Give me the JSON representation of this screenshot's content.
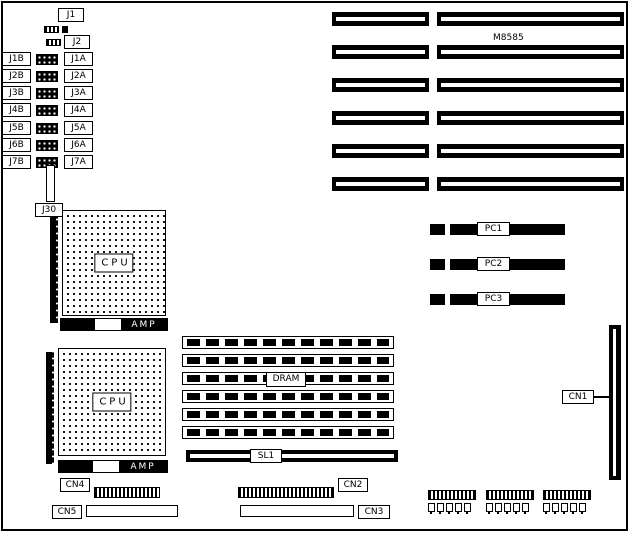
{
  "title_label": "M8585",
  "top_connectors": {
    "j1": "J1",
    "j2": "J2"
  },
  "jumper_rows": [
    {
      "b": "J1B",
      "a": "J1A"
    },
    {
      "b": "J2B",
      "a": "J2A"
    },
    {
      "b": "J3B",
      "a": "J3A"
    },
    {
      "b": "J4B",
      "a": "J4A"
    },
    {
      "b": "J5B",
      "a": "J5A"
    },
    {
      "b": "J6B",
      "a": "J6A"
    },
    {
      "b": "J7B",
      "a": "J7A"
    }
  ],
  "j30": "J30",
  "cpu_sockets": [
    {
      "label": "CPU",
      "connector": "AMP"
    },
    {
      "label": "CPU",
      "connector": "AMP"
    }
  ],
  "pc_slots": [
    "PC1",
    "PC2",
    "PC3"
  ],
  "memory": {
    "dram_label": "DRAM",
    "sl1_label": "SL1"
  },
  "connectors": {
    "cn1": "CN1",
    "cn2": "CN2",
    "cn3": "CN3",
    "cn4": "CN4",
    "cn5": "CN5"
  },
  "colors": {
    "line": "#000000",
    "background": "#ffffff"
  }
}
